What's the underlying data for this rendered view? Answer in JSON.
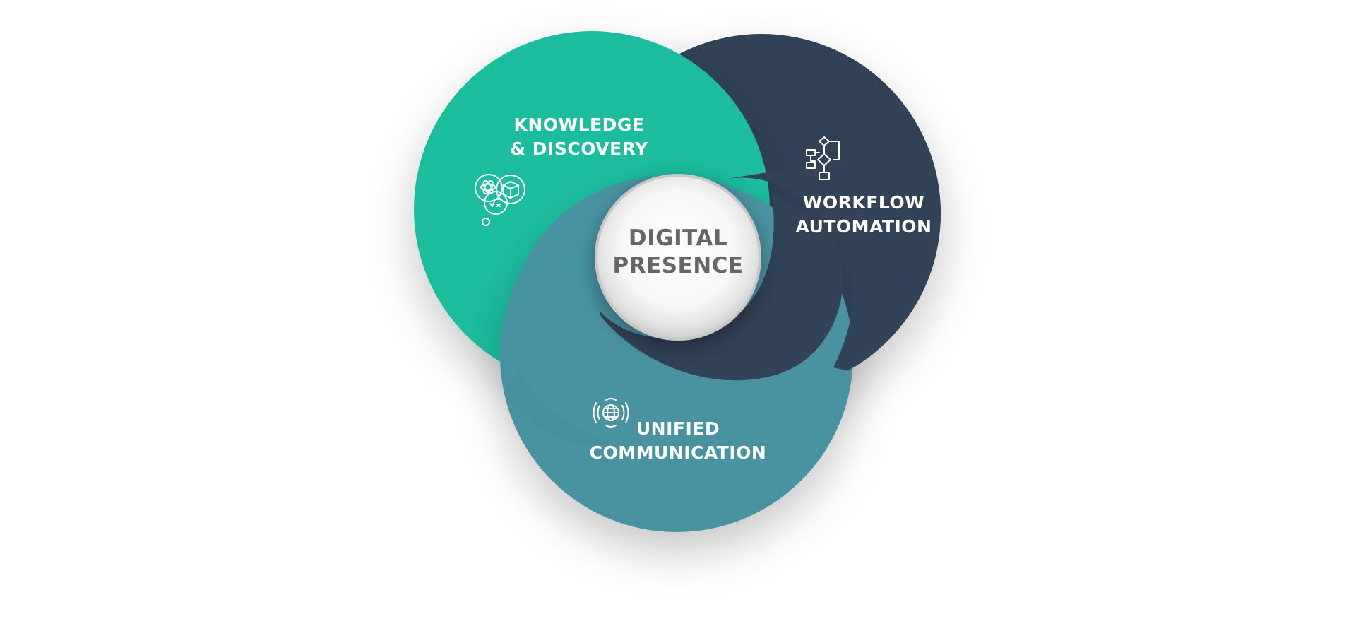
{
  "colors": {
    "knowledge": "#1ebd9d",
    "workflow": "#324257",
    "unified": "#4893a1",
    "center_text": "#666666",
    "label_text": "#ffffff"
  },
  "center": {
    "line1": "DIGITAL",
    "line2": "PRESENCE"
  },
  "knowledge": {
    "line1": "KNOWLEDGE",
    "line2": "& DISCOVERY",
    "icon": "knowledge-discovery-icon"
  },
  "workflow": {
    "line1": "WORKFLOW",
    "line2": "AUTOMATION",
    "icon": "flowchart-icon"
  },
  "unified": {
    "line1": "UNIFIED",
    "line2": "COMMUNICATION",
    "icon": "globe-signal-icon"
  }
}
